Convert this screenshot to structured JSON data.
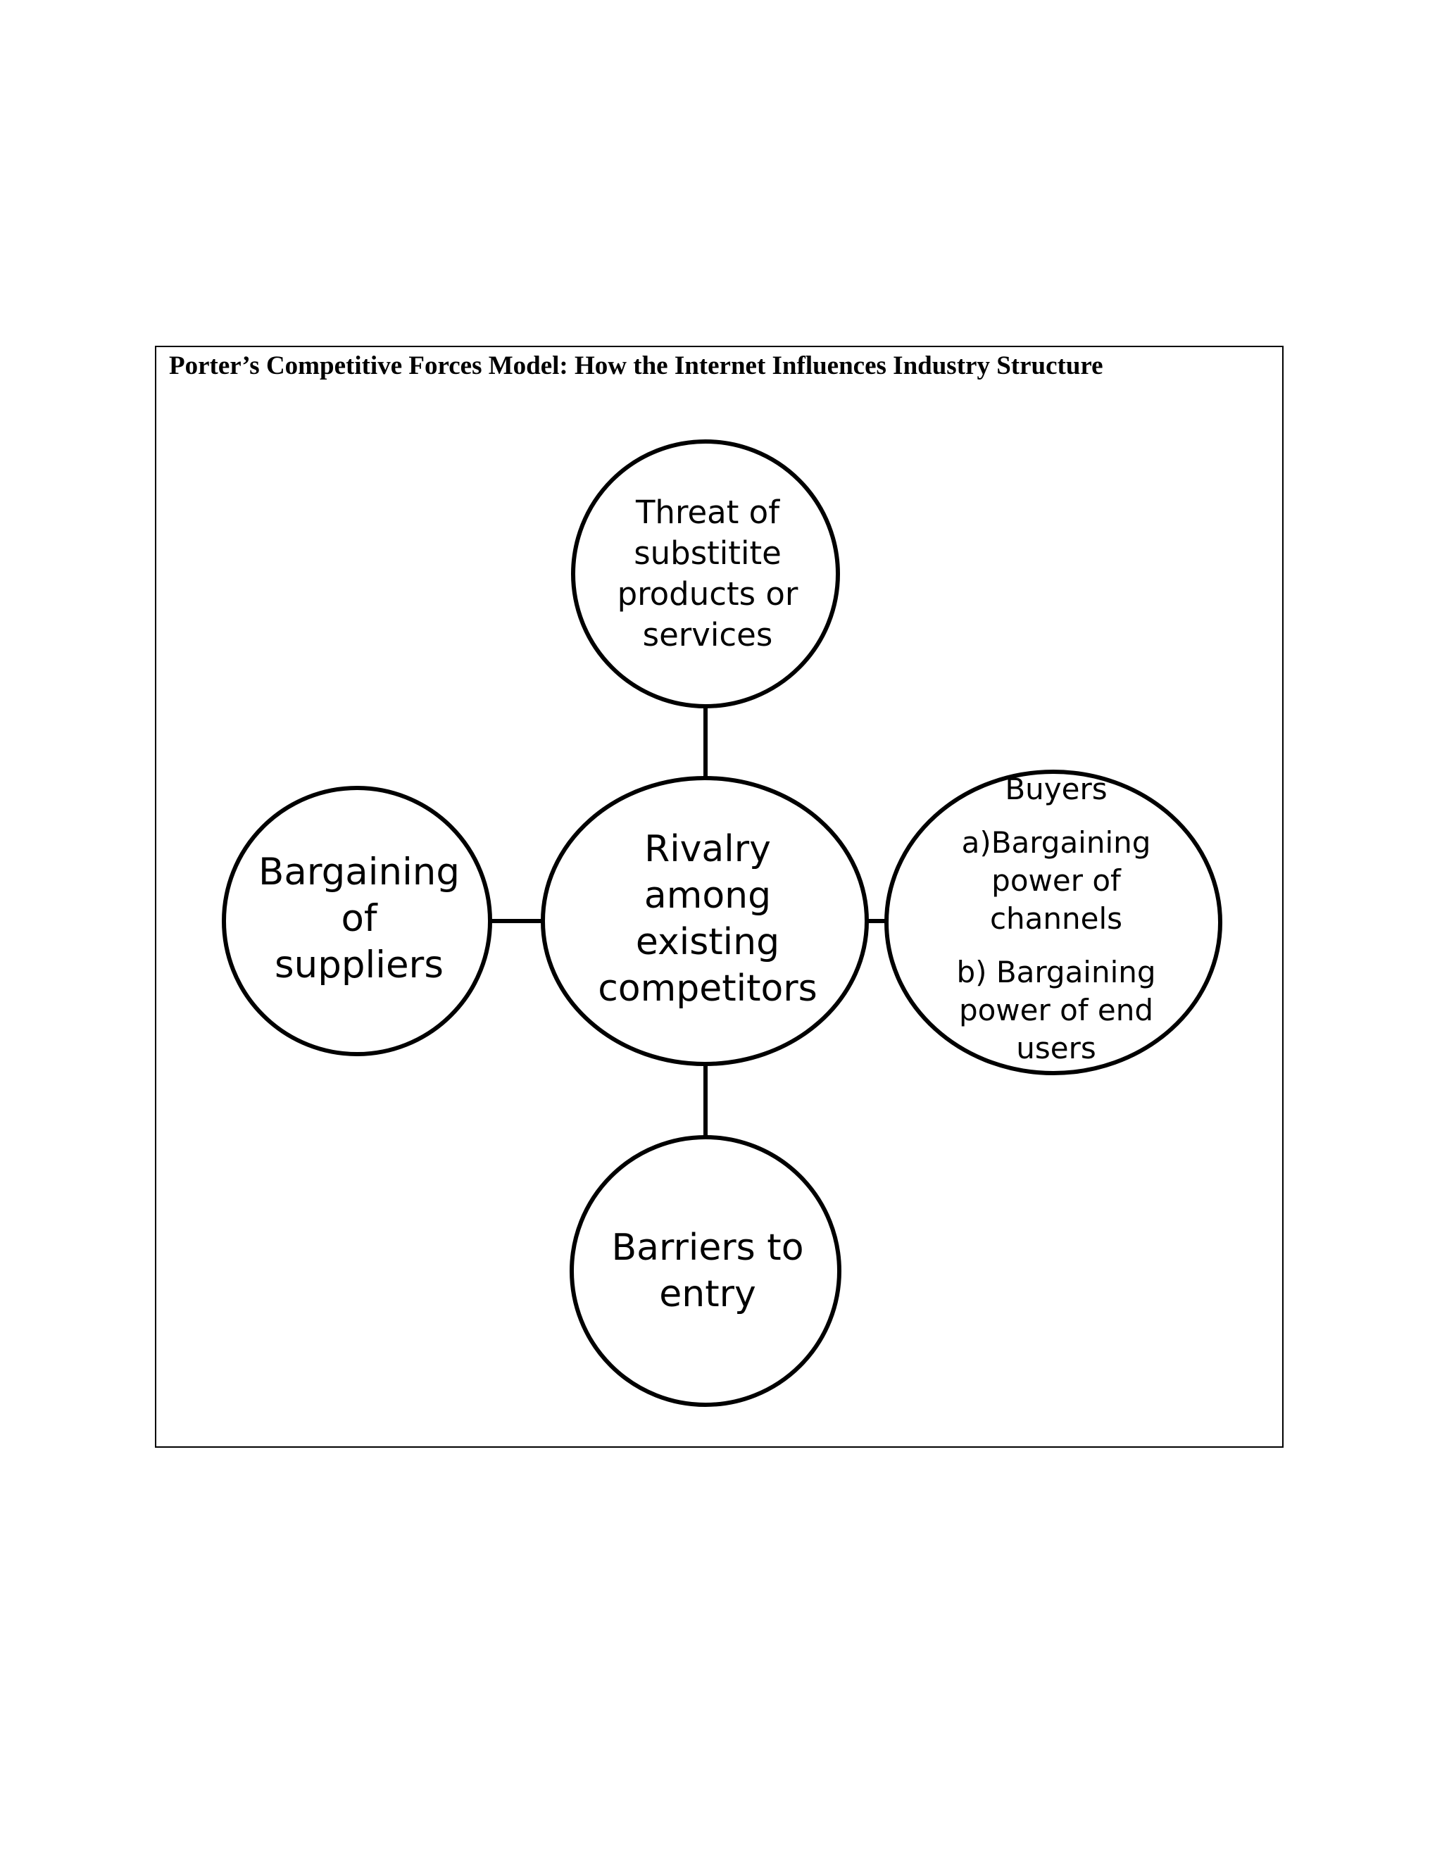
{
  "title": "Porter’s Competitive Forces Model: How the Internet Influences Industry Structure",
  "nodes": {
    "threat": {
      "lines": [
        "Threat of",
        "substitite",
        "products or",
        "services"
      ]
    },
    "rivalry": {
      "lines": [
        "Rivalry",
        "among",
        "existing",
        "competitors"
      ]
    },
    "suppliers": {
      "lines": [
        "Bargaining",
        "of",
        "suppliers"
      ]
    },
    "barriers": {
      "lines": [
        "Barriers to",
        "entry"
      ]
    },
    "buyers": {
      "heading": "Buyers",
      "item_a": [
        "a)Bargaining",
        "power of",
        "channels"
      ],
      "item_b": [
        "b) Bargaining",
        "power of end",
        "users"
      ]
    }
  },
  "colors": {
    "stroke": "#000000",
    "background": "#ffffff"
  }
}
